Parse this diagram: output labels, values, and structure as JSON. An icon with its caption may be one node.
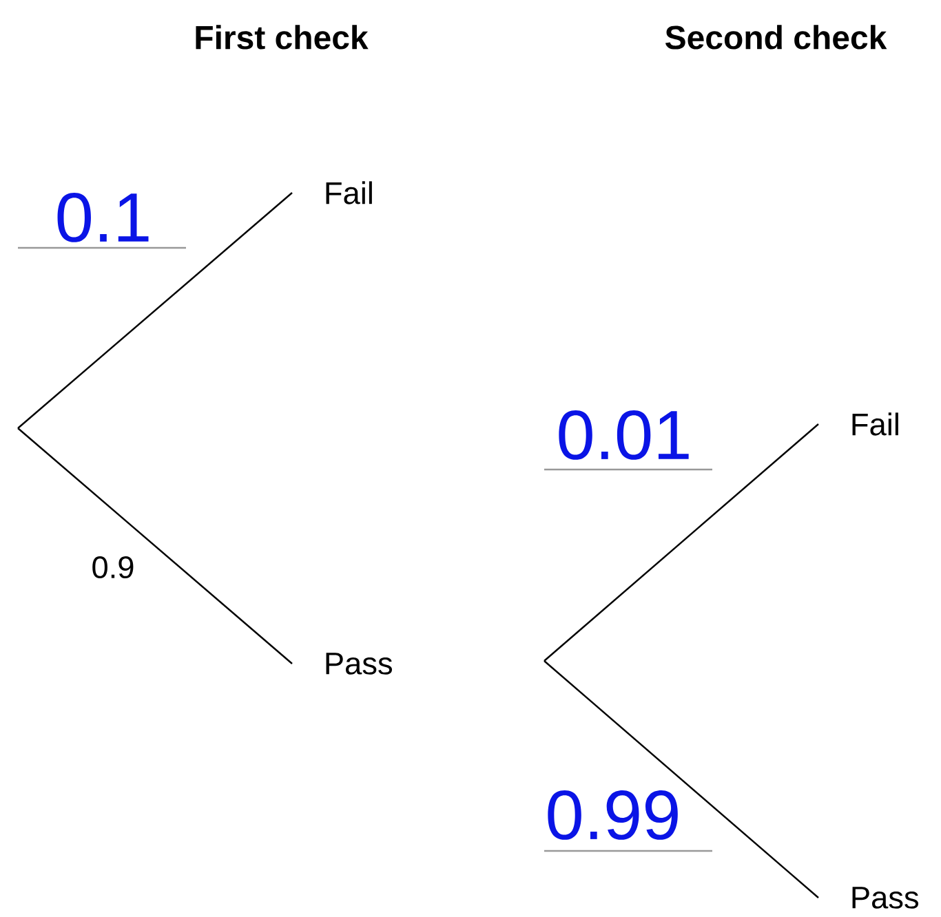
{
  "diagram": {
    "nodes": [
      {
        "text": [
          "Fail"
        ]
      },
      {
        "text": [
          "Pass"
        ]
      },
      {
        "text": [
          "Fail"
        ]
      },
      {
        "text": [
          "Pass"
        ]
      }
    ],
    "edges": [
      {
        "from": null,
        "to": 0,
        "arrow": "none",
        "label": "0.1"
      },
      {
        "from": null,
        "to": 1,
        "arrow": "none",
        "label": "0.9"
      },
      {
        "from": null,
        "to": 2,
        "arrow": "none",
        "label": "0.01"
      },
      {
        "from": null,
        "to": 3,
        "arrow": "none",
        "label": "0.99"
      }
    ],
    "labels": [
      "First check",
      "Second check"
    ]
  }
}
